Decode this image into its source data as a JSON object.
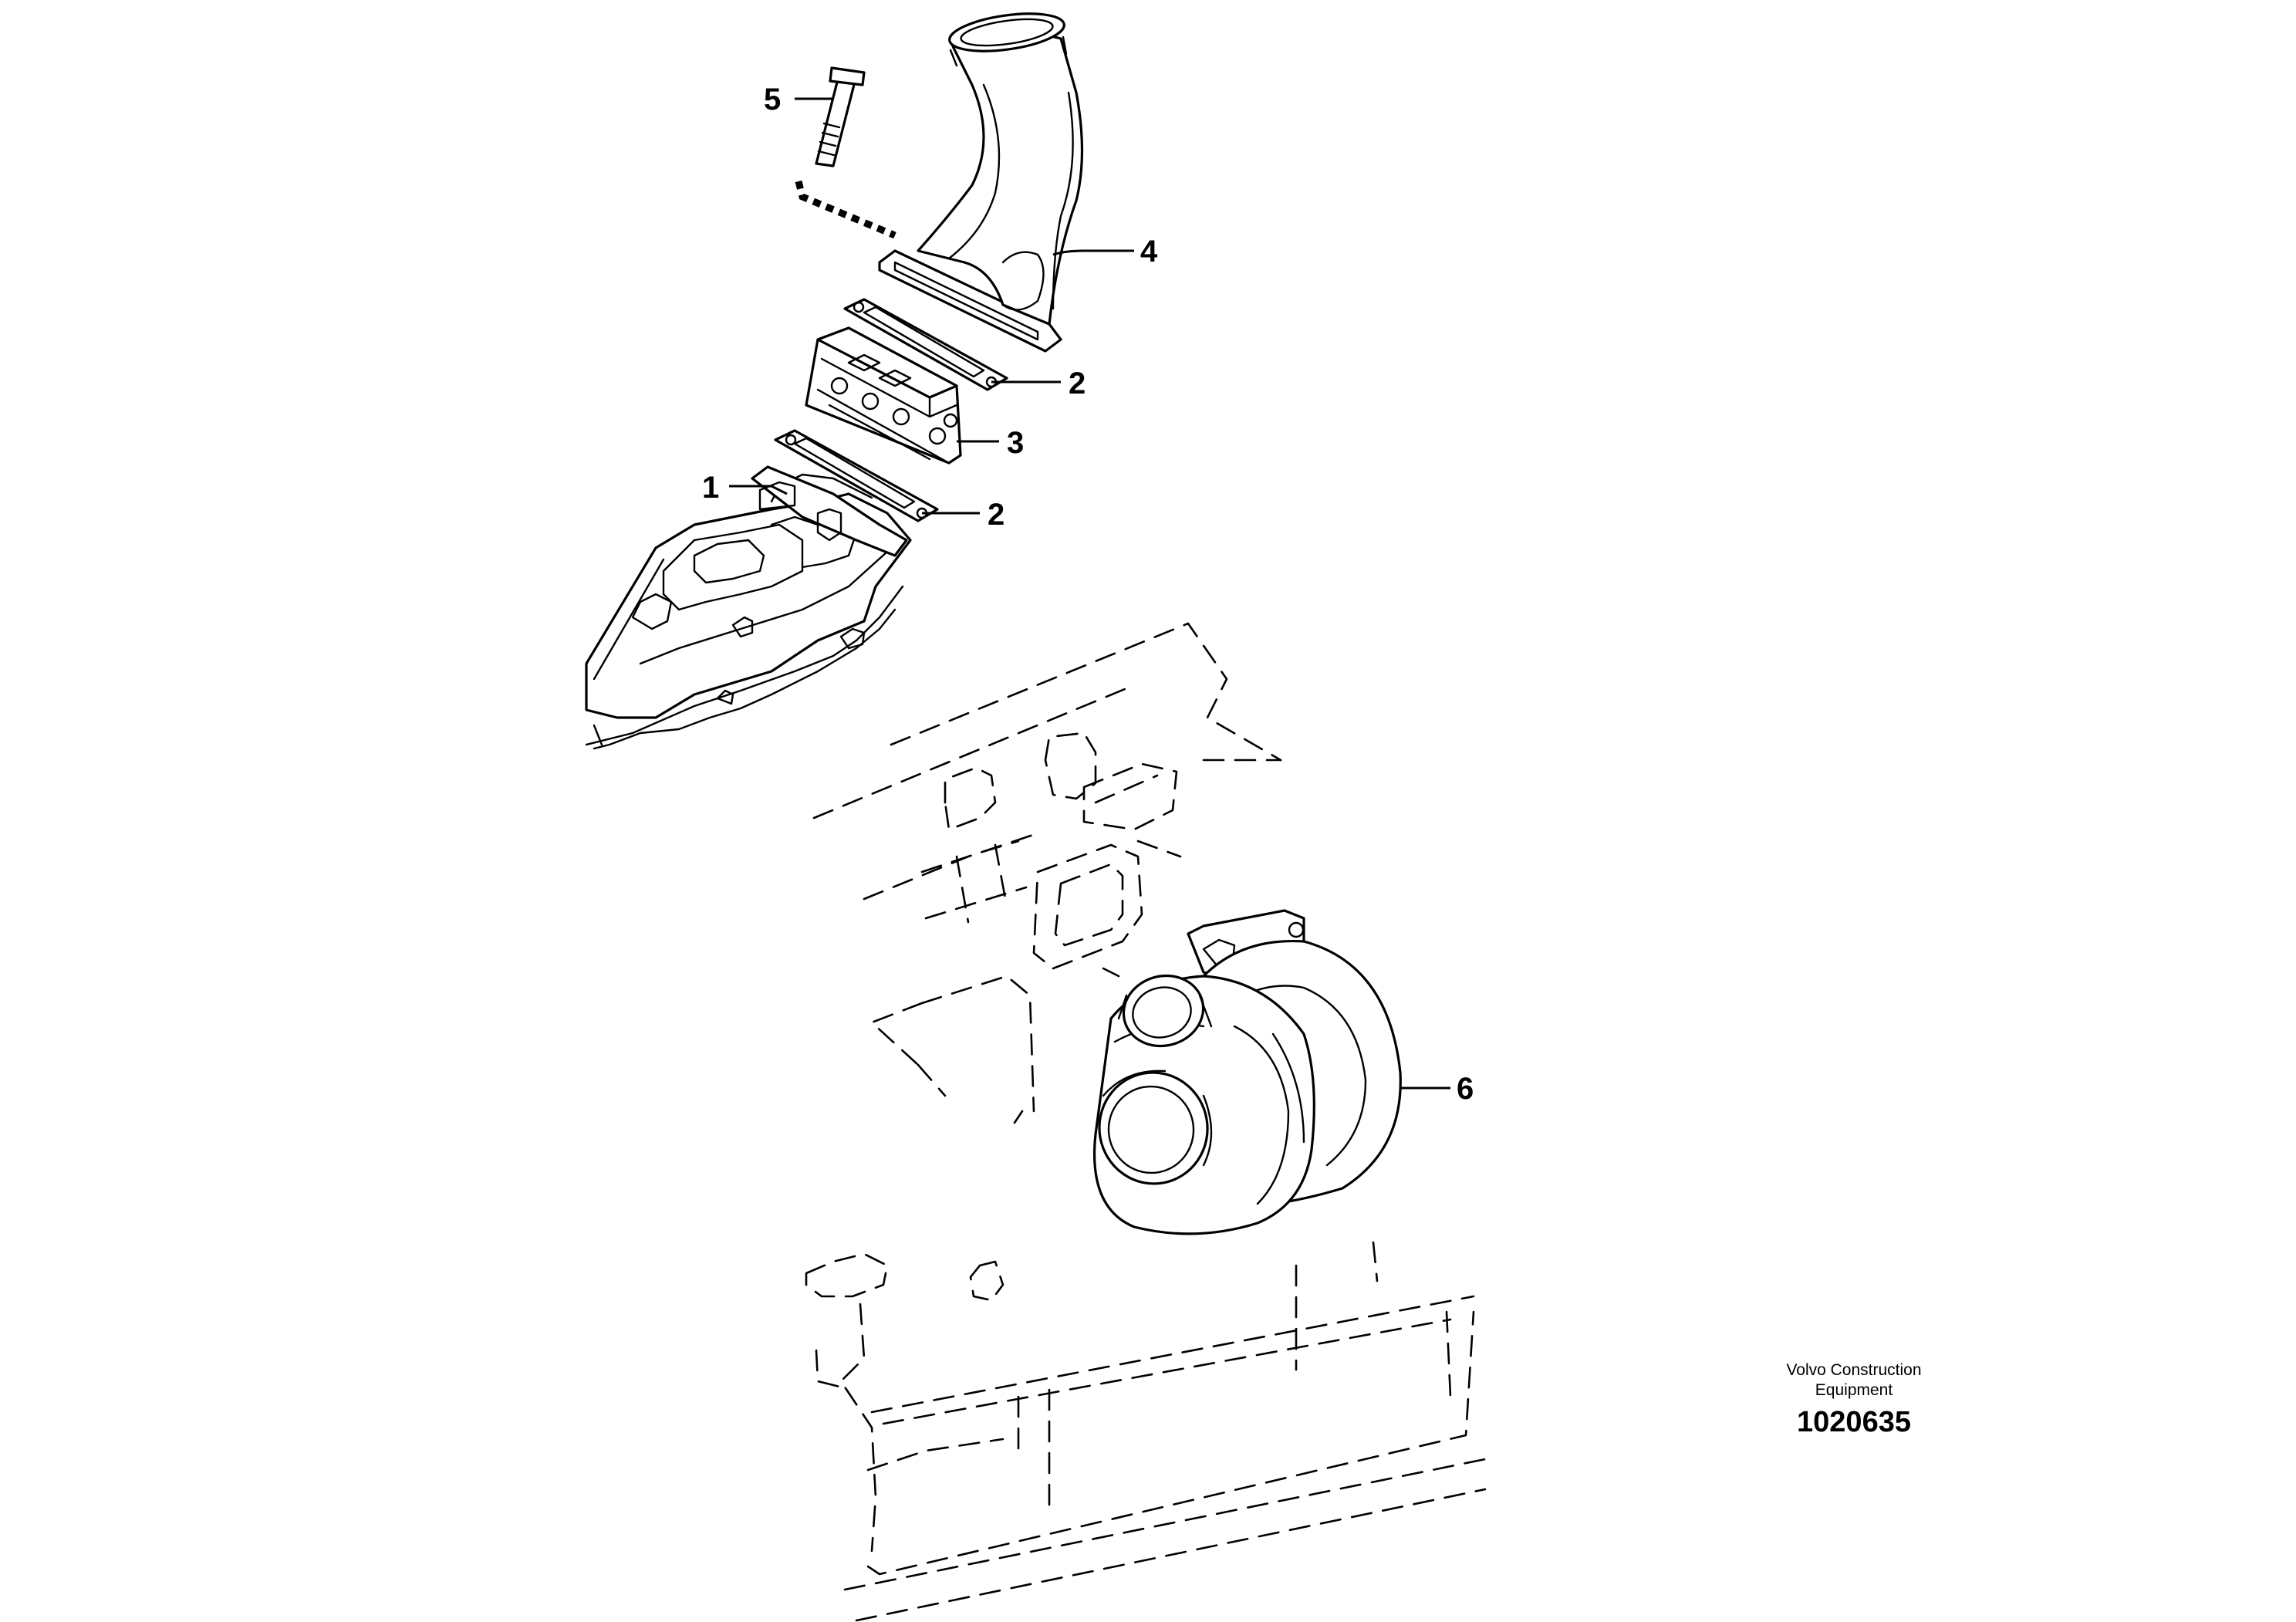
{
  "callouts": [
    {
      "id": "callout-1",
      "label": "1",
      "part": "exhaust manifold"
    },
    {
      "id": "callout-2a",
      "label": "2",
      "part": "gasket"
    },
    {
      "id": "callout-2b",
      "label": "2",
      "part": "gasket"
    },
    {
      "id": "callout-3",
      "label": "3",
      "part": "valve housing"
    },
    {
      "id": "callout-4",
      "label": "4",
      "part": "exhaust pipe bend"
    },
    {
      "id": "callout-5",
      "label": "5",
      "part": "bolt"
    },
    {
      "id": "callout-6",
      "label": "6",
      "part": "turbocharger"
    }
  ],
  "footer": {
    "brand_line1": "Volvo Construction",
    "brand_line2": "Equipment",
    "drawing_number": "1020635"
  }
}
